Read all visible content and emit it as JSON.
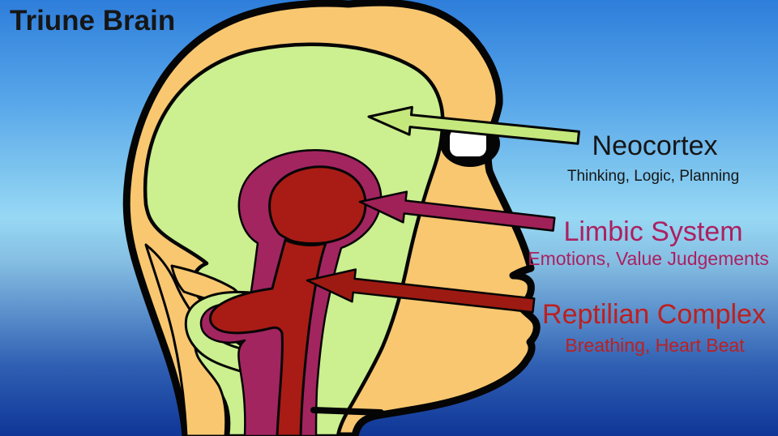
{
  "title": "Triune Brain",
  "annotations": [
    {
      "title": "Neocortex",
      "subtitle": "Thinking, Logic, Planning"
    },
    {
      "title": "Limbic System",
      "subtitle": "Emotions, Value Judgements"
    },
    {
      "title": "Reptilian Complex",
      "subtitle": "Breathing, Heart Beat"
    }
  ],
  "regions": [
    {
      "name": "Neocortex",
      "color": "#CCEF90"
    },
    {
      "name": "Limbic System",
      "color": "#A22560"
    },
    {
      "name": "Reptilian Complex",
      "color": "#A81C15"
    }
  ],
  "colors": {
    "background_top": "#2E7EDB",
    "background_light_mid": "#97D8F4",
    "background_bottom": "#0F3697",
    "skin": "#F8C770",
    "outline": "#050505",
    "eye": "#FFFFFF",
    "neocortex_label": "#161616",
    "limbic_label": "#AC2060",
    "reptilian_label": "#BC2020",
    "arrow_neocortex": "#C5E87D",
    "arrow_limbic": "#9F2157",
    "arrow_reptilian": "#9D1A12"
  }
}
